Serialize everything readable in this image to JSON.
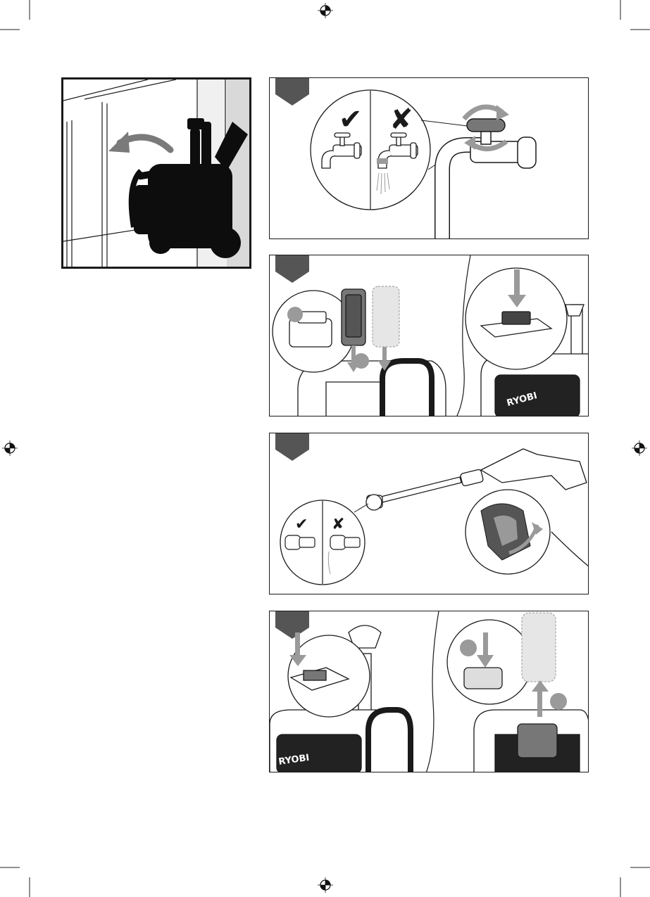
{
  "document": {
    "type": "instruction-manual-illustrations",
    "brand_label": "RYOBI",
    "panels": [
      {
        "id": "wall-storage",
        "description_icon": "pressure-washer-silhouette"
      },
      {
        "id": "step-1",
        "check_mark": "✔",
        "cross_mark": "✘"
      },
      {
        "id": "step-2"
      },
      {
        "id": "step-3",
        "check_mark": "✔",
        "cross_mark": "✘"
      },
      {
        "id": "step-4"
      }
    ],
    "colors": {
      "ink": "#1a1a1a",
      "fill_dark": "#0d0d0d",
      "tab": "#555555",
      "grey_light": "#d9d9d9",
      "grey_mid": "#9a9a9a",
      "accent_arrow": "#7a7a7a"
    }
  }
}
